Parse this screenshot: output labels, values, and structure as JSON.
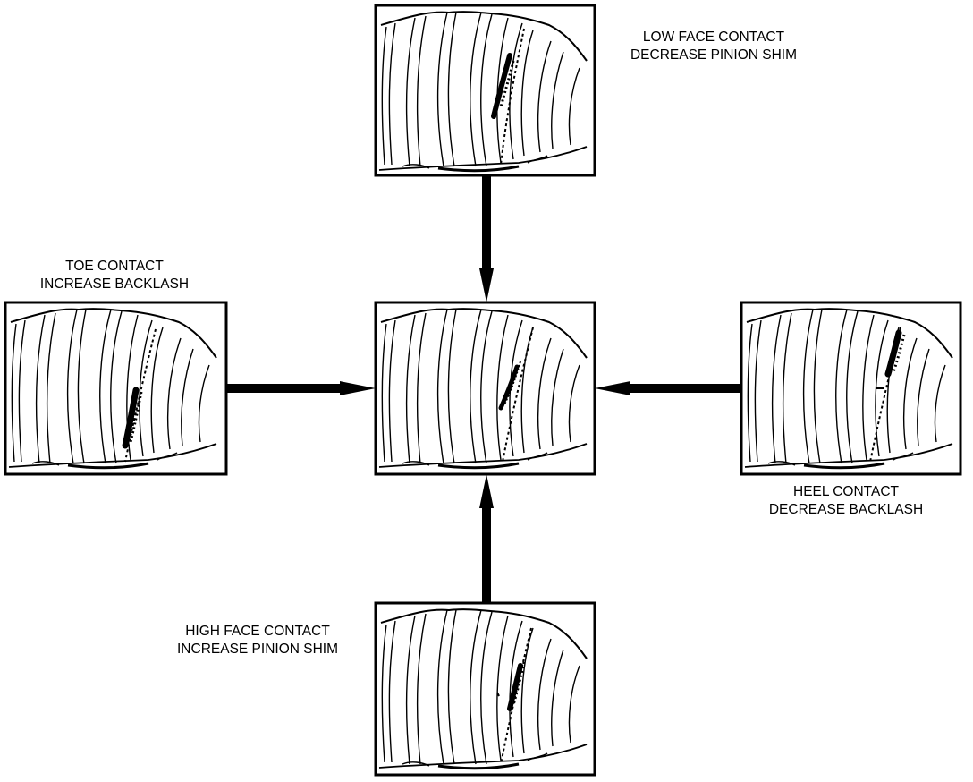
{
  "labels": {
    "low_face": {
      "line1": "LOW FACE CONTACT",
      "line2": "DECREASE PINION SHIM"
    },
    "toe": {
      "line1": "TOE CONTACT",
      "line2": "INCREASE BACKLASH"
    },
    "heel": {
      "line1": "HEEL CONTACT",
      "line2": "DECREASE BACKLASH"
    },
    "high_face": {
      "line1": "HIGH FACE CONTACT",
      "line2": "INCREASE PINION SHIM"
    }
  },
  "colors": {
    "ink": "#000000",
    "background": "#ffffff"
  }
}
